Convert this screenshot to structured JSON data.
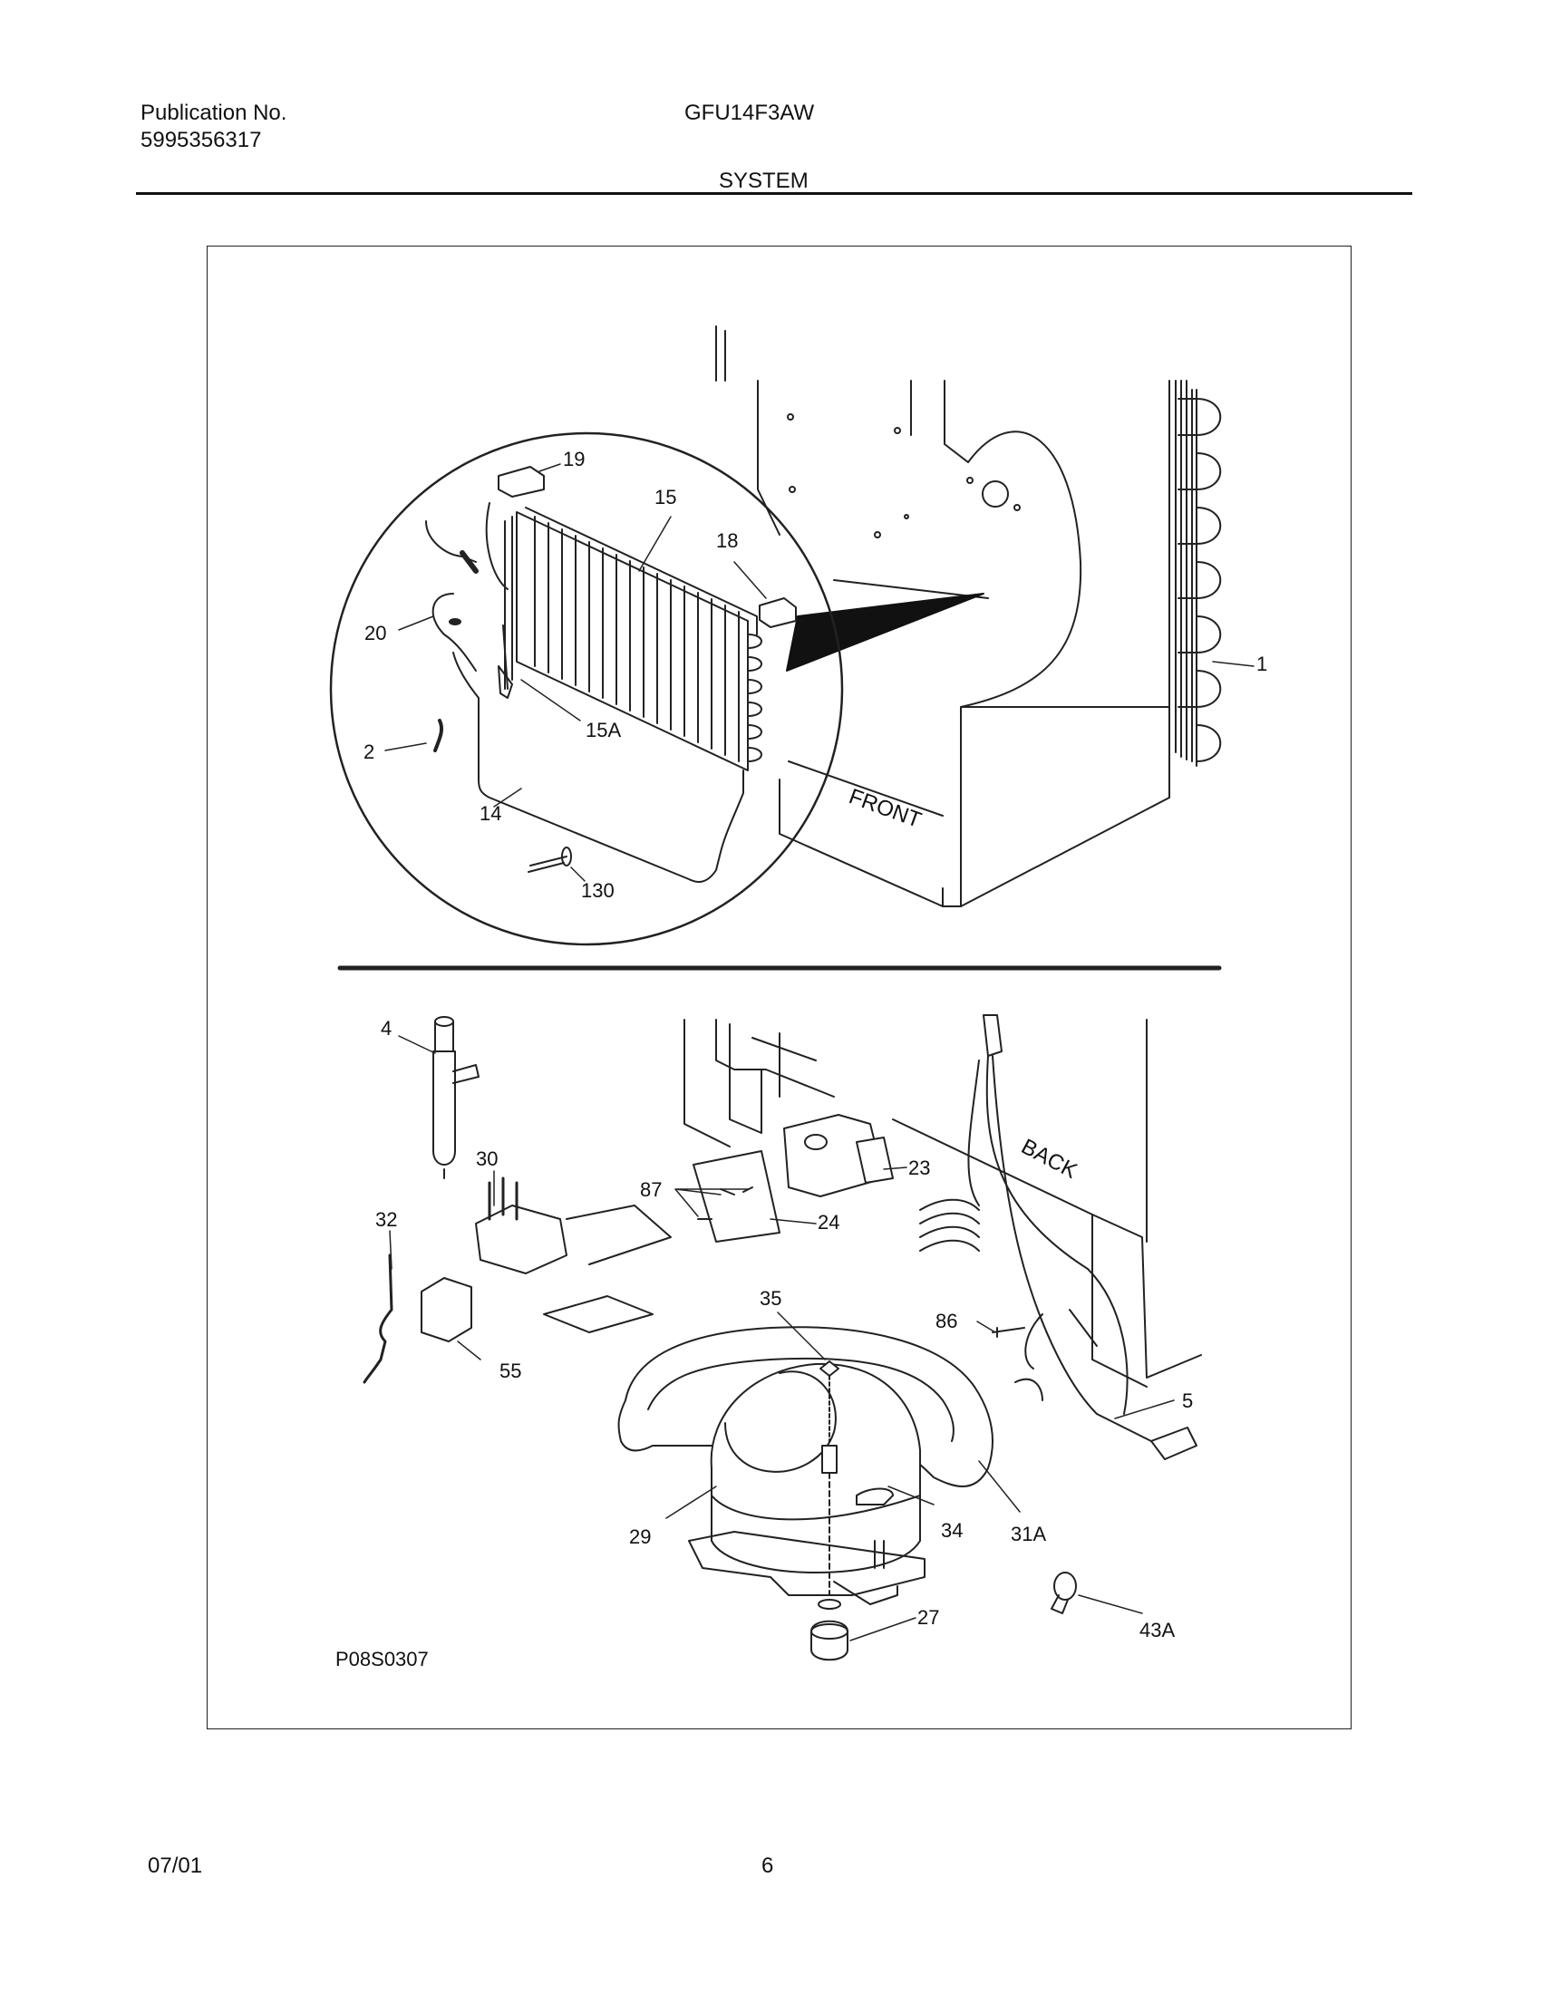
{
  "header": {
    "publication_label": "Publication No.",
    "publication_number": "5995356317",
    "model": "GFU14F3AW",
    "section": "SYSTEM"
  },
  "diagram": {
    "drawing_number": "P08S0307",
    "text_front": "FRONT",
    "text_back": "BACK",
    "callouts": {
      "c1": "1",
      "c2": "2",
      "c14": "14",
      "c15": "15",
      "c15A": "15A",
      "c18": "18",
      "c19": "19",
      "c20": "20",
      "c130": "130",
      "c4": "4",
      "c30": "30",
      "c32": "32",
      "c87": "87",
      "c24": "24",
      "c23": "23",
      "c55": "55",
      "c35": "35",
      "c86": "86",
      "c5": "5",
      "c29": "29",
      "c34": "34",
      "c31A": "31A",
      "c27": "27",
      "c43A": "43A"
    }
  },
  "footer": {
    "date": "07/01",
    "page": "6"
  }
}
